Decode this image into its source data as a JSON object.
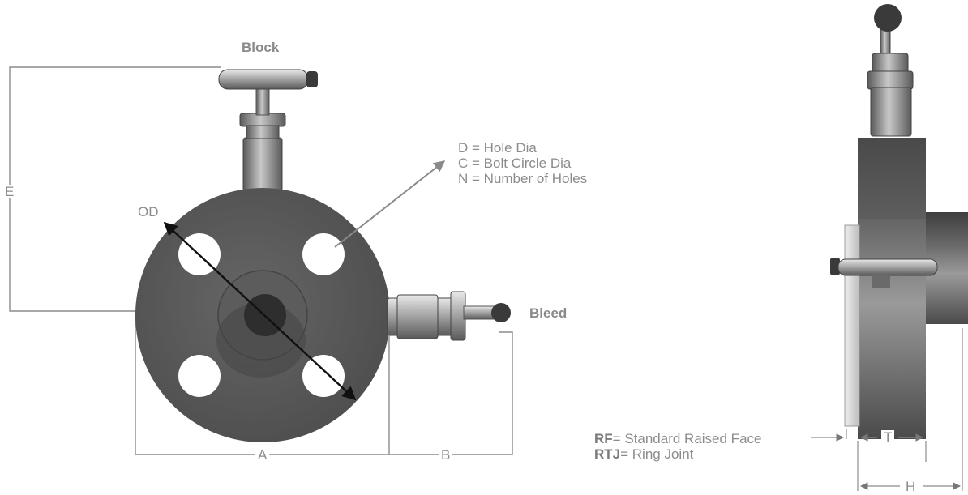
{
  "labels": {
    "block": "Block",
    "bleed": "Bleed",
    "od": "OD",
    "e": "E",
    "a": "A",
    "b": "B",
    "t": "T",
    "h": "H"
  },
  "hole_legend": {
    "d": "D = Hole Dia",
    "c": "C = Bolt Circle Dia",
    "n": "N = Number of Holes"
  },
  "face_legend": {
    "rf_abbr": "RF",
    "rf_text": "= Standard Raised Face",
    "rtj_abbr": "RTJ",
    "rtj_text": "= Ring Joint"
  }
}
